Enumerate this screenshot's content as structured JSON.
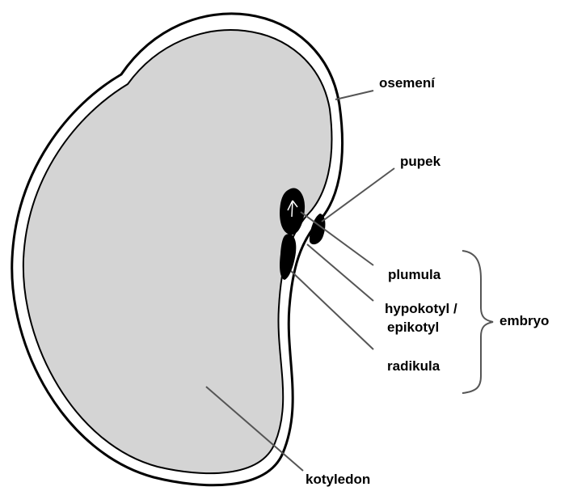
{
  "labels": {
    "seed_coat": "osemení",
    "hilum": "pupek",
    "plumule": "plumula",
    "hypocotyl_line1": "hypokotyl /",
    "hypocotyl_line2": "epikotyl",
    "radicle": "radikula",
    "embryo": "embryo",
    "cotyledon": "kotyledon"
  },
  "colors": {
    "seed_fill": "#d4d4d4",
    "outline": "#000000",
    "coat": "#ffffff",
    "leader": "#555555"
  }
}
